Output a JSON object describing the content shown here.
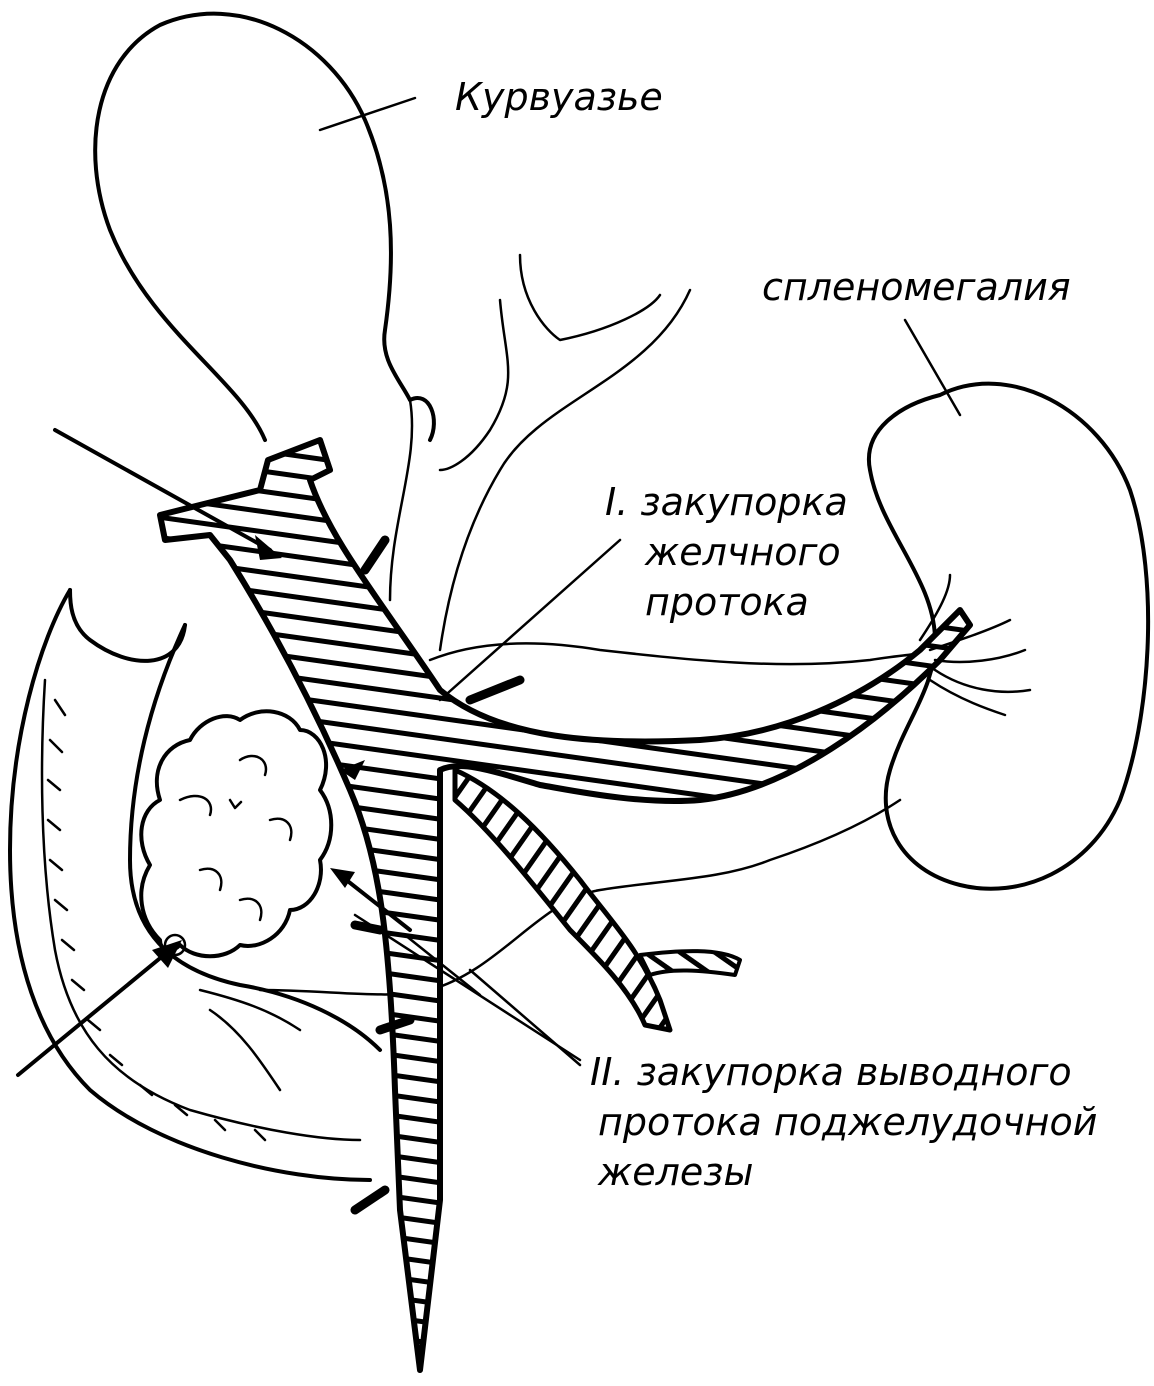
{
  "labels": {
    "courvoisier": "Курвуазье",
    "splenomegaly": "спленомегалия",
    "obstruction_1": [
      "I. закупорка",
      "желчного",
      "протока"
    ],
    "obstruction_2": [
      "II. закупорка выводного",
      "протока поджелудочной",
      "железы"
    ]
  },
  "colors": {
    "ink": "#000000",
    "paper": "#ffffff"
  }
}
